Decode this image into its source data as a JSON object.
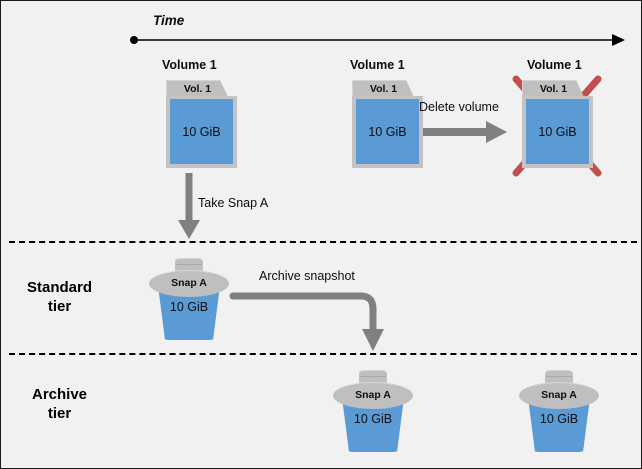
{
  "diagram": {
    "title_axis": "Time",
    "tiers": [
      {
        "id": "standard",
        "label": "Standard\ntier"
      },
      {
        "id": "archive",
        "label": "Archive\ntier"
      }
    ],
    "volumes": [
      {
        "id": "vol-initial",
        "caption": "Volume 1",
        "tab": "Vol. 1",
        "size": "10 GiB",
        "deleted": false
      },
      {
        "id": "vol-before-delete",
        "caption": "Volume 1",
        "tab": "Vol. 1",
        "size": "10 GiB",
        "deleted": false
      },
      {
        "id": "vol-deleted",
        "caption": "Volume 1",
        "tab": "Vol. 1",
        "size": "10 GiB",
        "deleted": true
      }
    ],
    "snapshots": [
      {
        "id": "snap-standard",
        "tier": "standard",
        "name": "Snap A",
        "size": "10 GiB"
      },
      {
        "id": "snap-archive-1",
        "tier": "archive",
        "name": "Snap A",
        "size": "10 GiB"
      },
      {
        "id": "snap-archive-2",
        "tier": "archive",
        "name": "Snap A",
        "size": "10 GiB"
      }
    ],
    "arrows": [
      {
        "id": "take-snapshot",
        "label": "Take Snap A"
      },
      {
        "id": "delete-volume",
        "label": "Delete volume"
      },
      {
        "id": "archive-snapshot",
        "label": "Archive snapshot"
      }
    ],
    "colors": {
      "background": "#f1f1f1",
      "volume_blue": "#5b9bd5",
      "icon_gray": "#bfbfbf",
      "arrow_gray": "#808080",
      "delete_red": "#c0504d",
      "border": "#1a1a1a"
    }
  }
}
